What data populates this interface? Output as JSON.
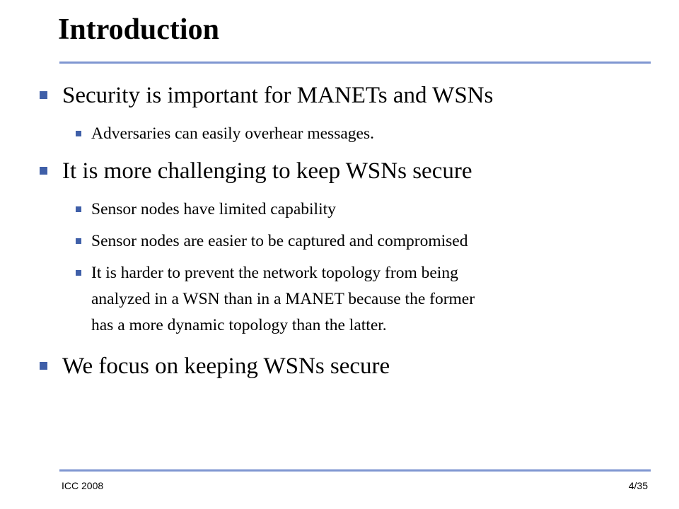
{
  "slide": {
    "title": "Introduction",
    "accent_color": "#7f96d1",
    "bullet_color": "#3f5fa8",
    "bullets": [
      {
        "text": "Security is important for MANETs and WSNs",
        "sub": [
          "Adversaries can easily overhear messages."
        ]
      },
      {
        "text": "It is more challenging to keep WSNs secure",
        "sub": [
          "Sensor nodes have limited capability",
          "Sensor nodes are easier to be captured and compromised",
          [
            "It is harder to prevent the network topology from being",
            "analyzed in a WSN than in a MANET because the former",
            "has a more dynamic topology than the latter."
          ]
        ]
      },
      {
        "text": "We focus on keeping WSNs secure",
        "sub": []
      }
    ],
    "footer": {
      "left": "ICC 2008",
      "right": "4/35"
    }
  }
}
